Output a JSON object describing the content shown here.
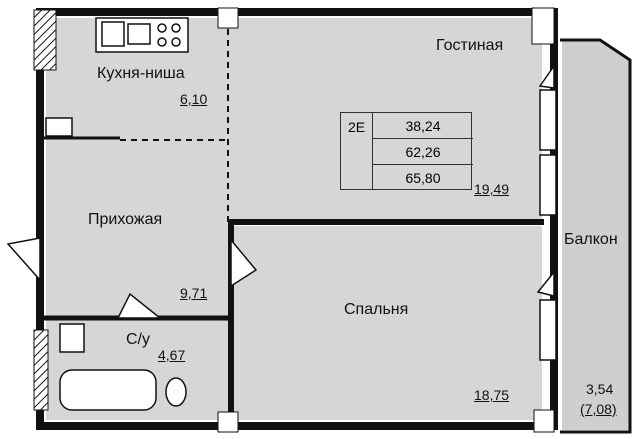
{
  "rooms": {
    "kitchen": {
      "name": "Кухня-ниша",
      "area": "6,10"
    },
    "living": {
      "name": "Гостиная",
      "area": "19,49"
    },
    "hall": {
      "name": "Прихожая",
      "area": "9,71"
    },
    "bath": {
      "name": "С/у",
      "area": "4,67"
    },
    "bedroom": {
      "name": "Спальня",
      "area": "18,75"
    },
    "balcony": {
      "name": "Балкон",
      "area": "3,54",
      "area_alt": "(7,08)"
    }
  },
  "summary": {
    "code": "2Е",
    "living_area": "38,24",
    "total_area": "62,26",
    "total_with_balcony": "65,80"
  },
  "colors": {
    "floor": "#d6d6d6",
    "wall": "#111111",
    "balcony": "#cfcfcf"
  }
}
